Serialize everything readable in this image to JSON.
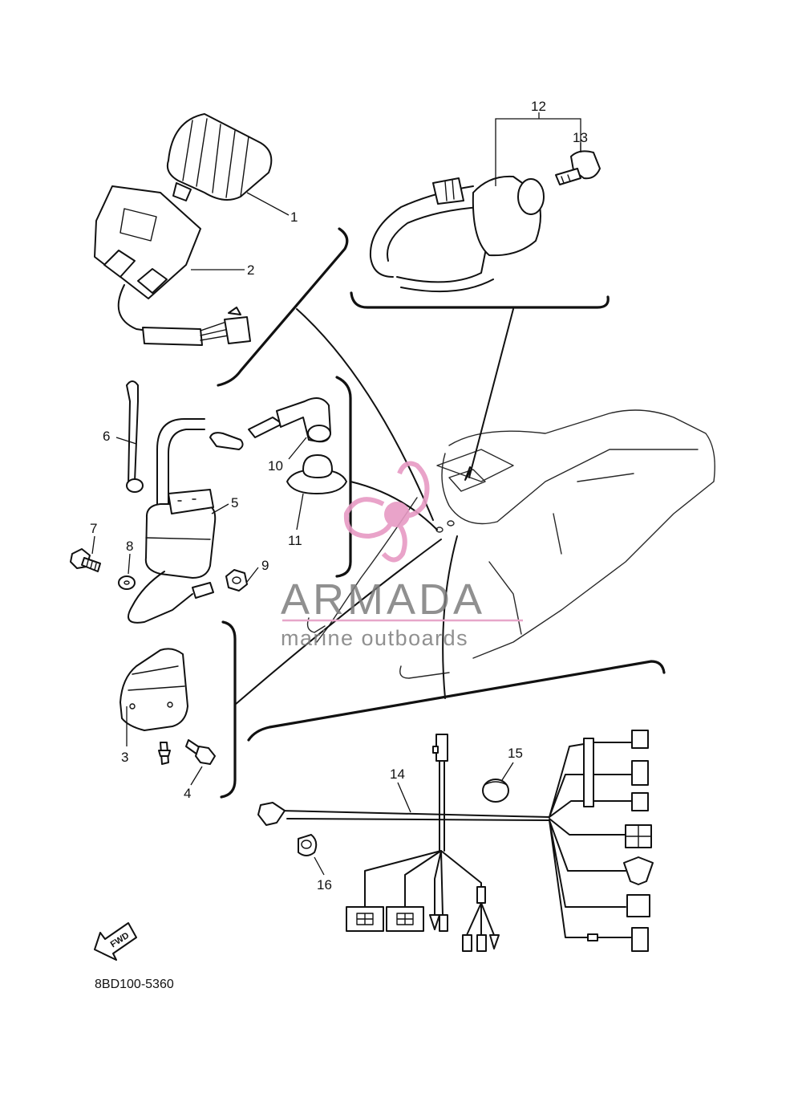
{
  "diagram": {
    "part_labels": {
      "p1": "1",
      "p2": "2",
      "p3": "3",
      "p4": "4",
      "p5": "5",
      "p6": "6",
      "p7": "7",
      "p8": "8",
      "p9": "9",
      "p10": "10",
      "p11": "11",
      "p12": "12",
      "p13": "13",
      "p14": "14",
      "p15": "15",
      "p16": "16"
    },
    "fwd_arrow_text": "FWD",
    "drawing_code": "8BD100-5360"
  },
  "watermark": {
    "brand": "ARMADA",
    "tagline": "marine outboards",
    "colors": {
      "text": "#7d7d7d",
      "logo": "#e79ac4",
      "underline": "#e7a6c9"
    }
  }
}
